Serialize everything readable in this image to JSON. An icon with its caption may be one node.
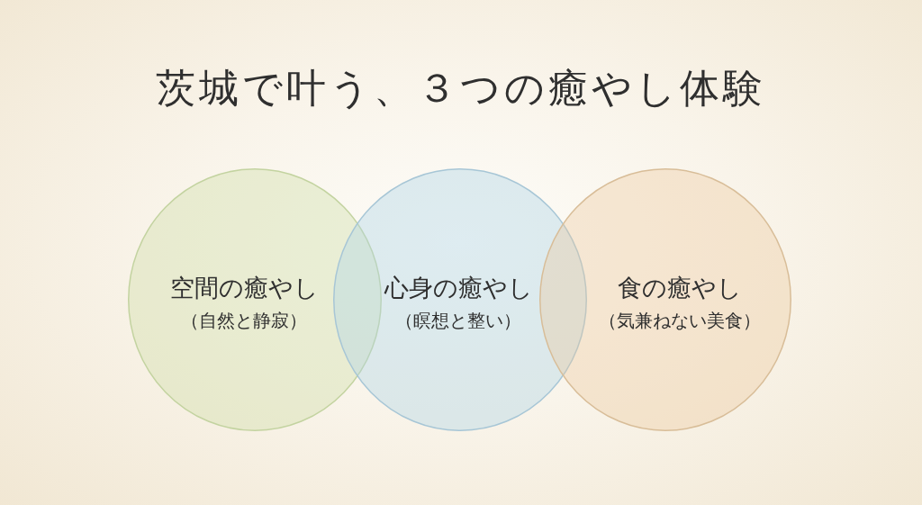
{
  "diagram": {
    "title": "茨城で叶う、３つの癒やし体験",
    "nodes": [
      {
        "text": [
          "空間の癒やし",
          "（自然と静寂）"
        ]
      },
      {
        "text": [
          "心身の癒やし",
          "（瞑想と整い）"
        ]
      },
      {
        "text": [
          "食の癒やし",
          "（気兼ねない美食）"
        ]
      }
    ]
  }
}
